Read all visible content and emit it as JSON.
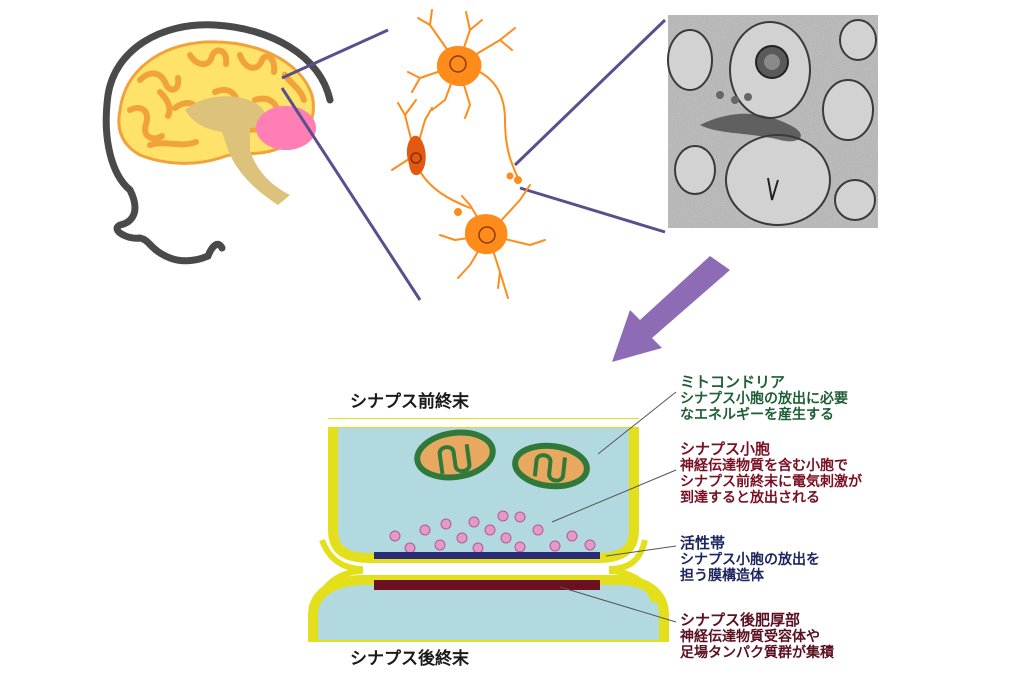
{
  "labels": {
    "pre_terminal": "シナプス前終末",
    "post_terminal": "シナプス後終末"
  },
  "annotations": {
    "mitochondria": {
      "title": "ミトコンドリア",
      "line1": "シナプス小胞の放出に必要",
      "line2": "なエネルギーを産生する",
      "color": "#1f5f35"
    },
    "vesicle": {
      "title": "シナプス小胞",
      "line1": "神経伝達物質を含む小胞で",
      "line2": "シナプス前終末に電気刺激が",
      "line3": "到達すると放出される",
      "color": "#7a1023"
    },
    "active_zone": {
      "title": "活性帯",
      "line1": "シナプス小胞の放出を",
      "line2": "担う膜構造体",
      "color": "#1d2660"
    },
    "psd": {
      "title": "シナプス後肥厚部",
      "line1": "神経伝達物質受容体や",
      "line2": "足場タンパク質群が集積",
      "color": "#5a1020"
    }
  },
  "colors": {
    "brain_outline": "#4a4a4a",
    "cortex": "#ffe26a",
    "gyri": "#f2a23a",
    "brainstem": "#dcc27a",
    "cerebellum": "#ff7fb4",
    "neuron": "#ff8c1a",
    "neuron_dark": "#e25a10",
    "zoom_line": "#5a4f8c",
    "arrow": "#8e6bb5",
    "membrane": "#e3df1a",
    "cytoplasm": "#b3d9e0",
    "mito_outer": "#2f7a3a",
    "mito_inner": "#e8a860",
    "vesicle": "#e49ac8",
    "active_zone": "#2a2c7a",
    "psd": "#6a1020"
  },
  "icons": [
    "brain-sagittal-icon",
    "neuron-network-icon",
    "electron-micrograph-image",
    "synapse-diagram"
  ]
}
